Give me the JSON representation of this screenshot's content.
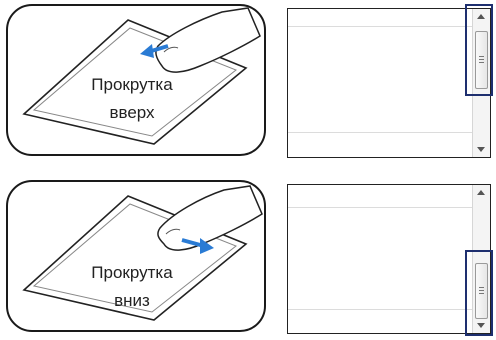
{
  "scroll_up": {
    "label_line1": "Прокрутка",
    "label_line2": "вверх",
    "direction": "up"
  },
  "scroll_down": {
    "label_line1": "Прокрутка",
    "label_line2": "вниз",
    "direction": "down"
  },
  "colors": {
    "arrow": "#2a7bd4",
    "highlight": "#1e2f6f",
    "border": "#1a1a1a"
  },
  "icons": [
    "finger-gesture-icon",
    "direction-arrow-icon",
    "scroll-up-arrow-icon",
    "scroll-down-arrow-icon"
  ]
}
